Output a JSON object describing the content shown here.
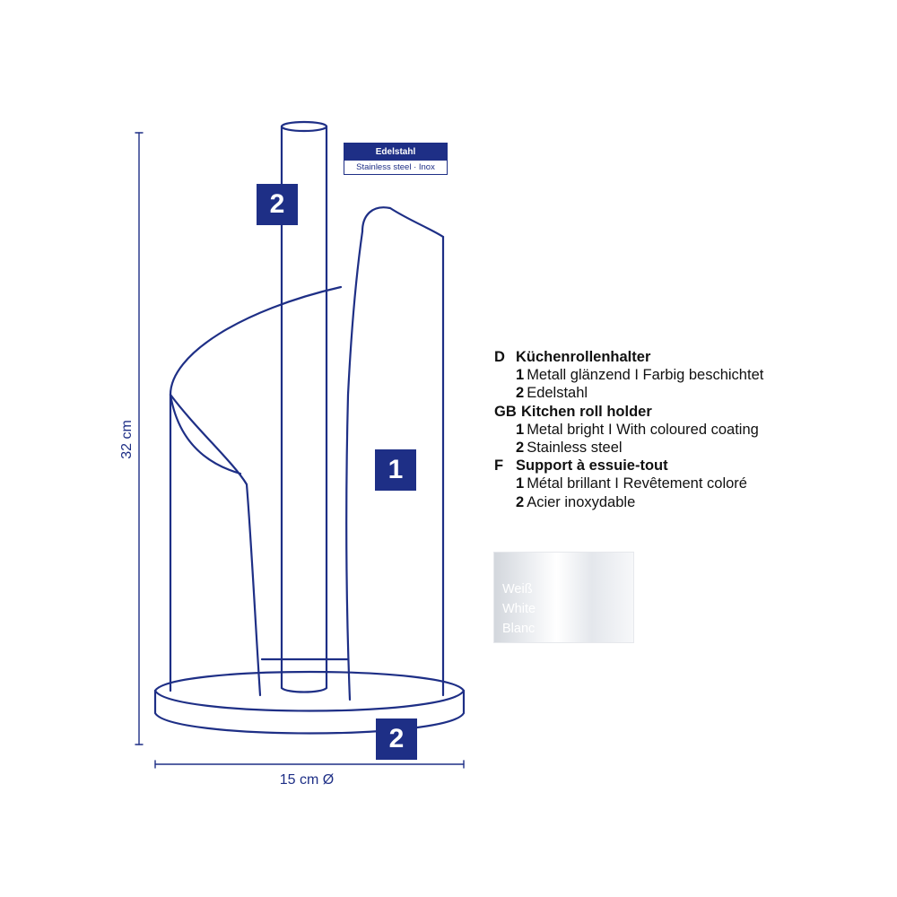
{
  "colors": {
    "accent": "#1e2f86",
    "swatch": "#eef0f3"
  },
  "dimensions": {
    "height": "32 cm",
    "diameter": "15 cm Ø"
  },
  "material_tag": {
    "title": "Edelstahl",
    "subtitle": "Stainless steel · Inox"
  },
  "callouts": {
    "rod": "2",
    "body": "1",
    "base": "2"
  },
  "legend": [
    {
      "code": "D",
      "title": "Küchenrollenhalter",
      "items": [
        {
          "num": "1",
          "text": "Metall glänzend I Farbig beschichtet"
        },
        {
          "num": "2",
          "text": "Edelstahl"
        }
      ]
    },
    {
      "code": "GB",
      "title": "Kitchen roll holder",
      "items": [
        {
          "num": "1",
          "text": "Metal bright I With coloured coating"
        },
        {
          "num": "2",
          "text": "Stainless steel"
        }
      ]
    },
    {
      "code": "F",
      "title": "Support à essuie-tout",
      "items": [
        {
          "num": "1",
          "text": "Métal brillant I Revêtement coloré"
        },
        {
          "num": "2",
          "text": "Acier inoxydable"
        }
      ]
    }
  ],
  "swatch": {
    "labels": [
      "Weiß",
      "White",
      "Blanc"
    ]
  }
}
